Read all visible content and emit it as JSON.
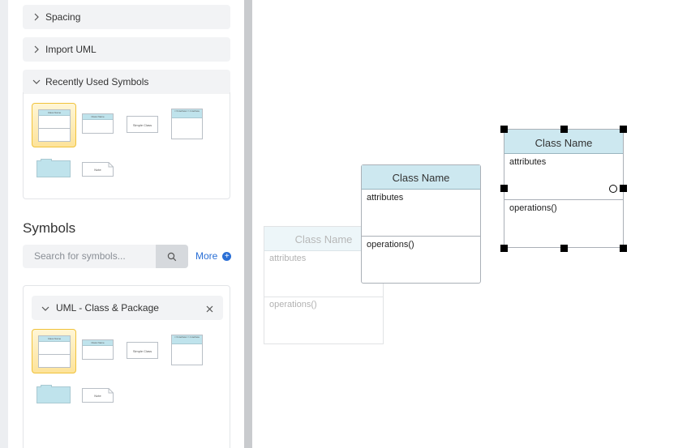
{
  "sidebar": {
    "sections": {
      "spacing": "Spacing",
      "import_uml": "Import UML",
      "recently_used": "Recently Used Symbols"
    },
    "symbols_title": "Symbols",
    "search": {
      "placeholder": "Search for symbols..."
    },
    "more_label": "More",
    "library": {
      "name": "UML - Class & Package"
    },
    "thumbnails": {
      "class_name": "Class Name",
      "simple_class": "Simple Class",
      "interface": "<<Interface>> Interface",
      "note": "Note"
    }
  },
  "canvas": {
    "classes": [
      {
        "title": "Class Name",
        "attributes": "attributes",
        "operations": "operations()"
      },
      {
        "title": "Class Name",
        "attributes": "attributes",
        "operations": "operations()"
      },
      {
        "title": "Class Name",
        "attributes": "attributes",
        "operations": "operations()"
      }
    ]
  },
  "colors": {
    "accent": "#2a6fd6",
    "class_header": "#cde8f0",
    "selection_highlight": "#fde39a"
  }
}
